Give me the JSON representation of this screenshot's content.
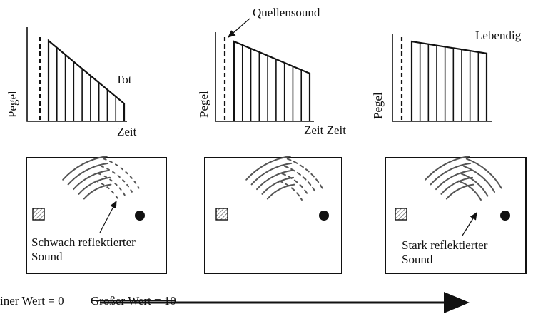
{
  "labels": {
    "source_sound": "Quellensound",
    "axis_level": "Pegel",
    "axis_time": "Zeit",
    "time_double": "Zeit Zeit",
    "dead": "Tot",
    "live": "Lebendig",
    "weak_reflect_line1": "Schwach reflektierter",
    "weak_reflect_line2": "Sound",
    "strong_reflect_line1": "Stark reflektierter",
    "strong_reflect_line2": "Sound",
    "small_value": "iner Wert = 0",
    "large_value": "Großer Wert = 10"
  },
  "chart_data": [
    {
      "type": "bar",
      "name": "Tot",
      "decay_start": 1.0,
      "decay_end": 0.22,
      "bars": 9
    },
    {
      "type": "bar",
      "name": "Quellensound",
      "decay_start": 1.0,
      "decay_end": 0.6,
      "bars": 9
    },
    {
      "type": "bar",
      "name": "Lebendig",
      "decay_start": 1.0,
      "decay_end": 0.85,
      "bars": 9
    }
  ],
  "colors": {
    "ink": "#111111",
    "hatch": "#888888"
  }
}
